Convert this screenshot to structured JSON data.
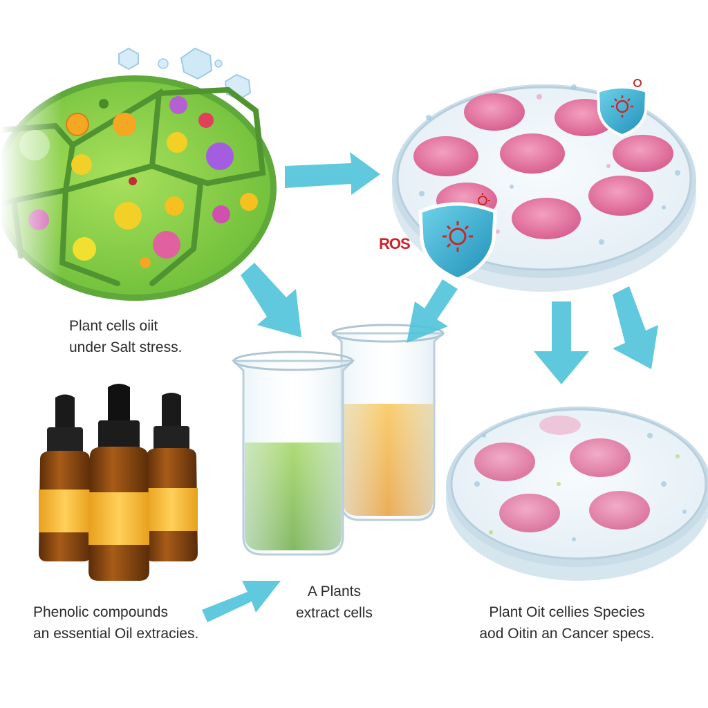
{
  "labels": {
    "plant_cells_line1": "Plant cells oiit",
    "plant_cells_line2": "under Salt stress.",
    "phenolic_line1": "Phenolic compounds",
    "phenolic_line2": "an essential Oil extracies.",
    "extract_line1": "A Plants",
    "extract_line2": "extract cells",
    "cancer_line1": "Plant Oit cellies Species",
    "cancer_line2": "aod Oitin an Cancer specs."
  },
  "ros_label": "ROS",
  "colors": {
    "arrow": "#4fc3d9",
    "cell_green": "#8cd24a",
    "cell_wall": "#5fa83a",
    "colony_pink": "#e87aa6",
    "shield_blue": "#3ab4d6",
    "ros_red": "#d0202a",
    "green_liquid": "#6ab82e",
    "orange_liquid": "#f2aa1e",
    "amber_bottle": "#8a4a12"
  },
  "icons": [
    "salt-crystal-icon",
    "shield-icon",
    "virus-icon"
  ]
}
